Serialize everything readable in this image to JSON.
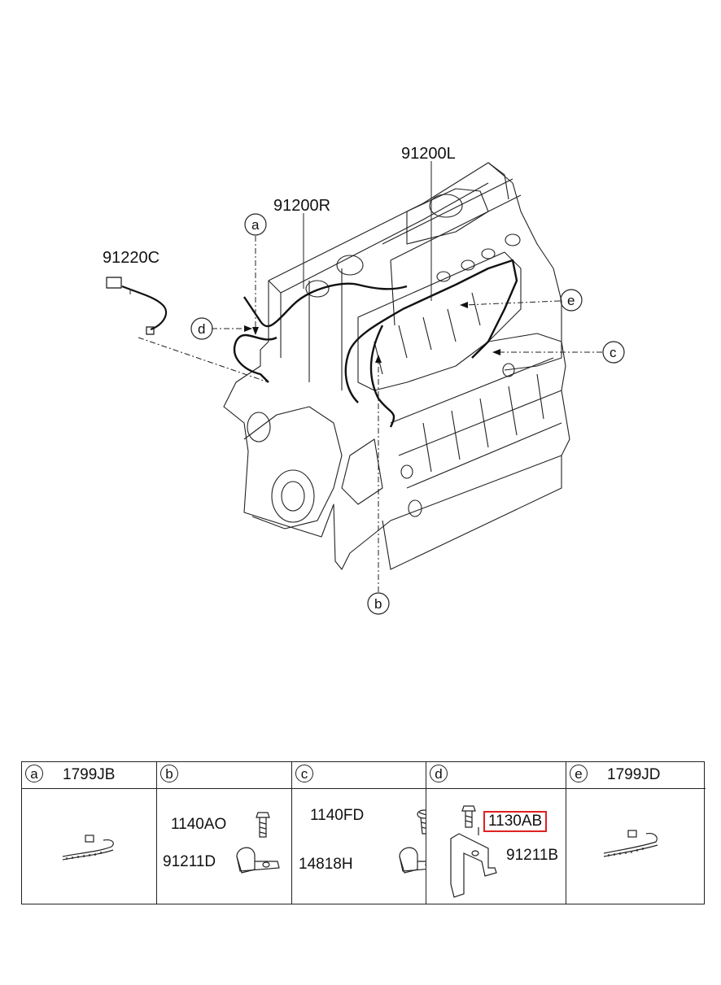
{
  "callouts": {
    "part_91200L": "91200L",
    "part_91200R": "91200R",
    "part_91220C": "91220C"
  },
  "circle_letters": {
    "a": "a",
    "b": "b",
    "c": "c",
    "d": "d",
    "e": "e"
  },
  "legend": {
    "cells": [
      {
        "letter": "a",
        "head_part": "1799JB",
        "parts": []
      },
      {
        "letter": "b",
        "head_part": "",
        "parts": [
          "1140AO",
          "91211D"
        ]
      },
      {
        "letter": "c",
        "head_part": "",
        "parts": [
          "1140FD",
          "14818H"
        ]
      },
      {
        "letter": "d",
        "head_part": "",
        "parts": [
          "1130AB",
          "91211B"
        ]
      },
      {
        "letter": "e",
        "head_part": "1799JD",
        "parts": []
      }
    ],
    "highlighted_part": "1130AB",
    "highlight_color": "#e02020"
  }
}
